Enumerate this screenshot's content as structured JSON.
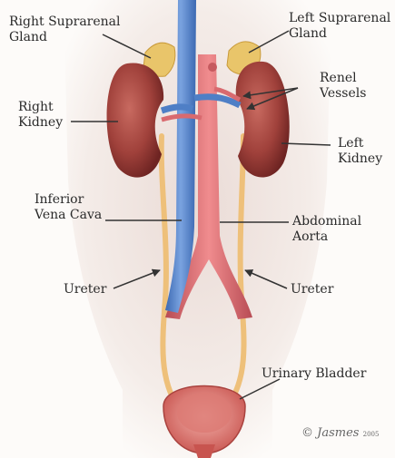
{
  "labels": {
    "right_suprarenal": [
      "Right Suprarenal",
      "Gland"
    ],
    "left_suprarenal": [
      "Left Suprarenal",
      "Gland"
    ],
    "renal_vessels": [
      "Renel",
      "Vessels"
    ],
    "right_kidney": [
      "Right",
      "Kidney"
    ],
    "left_kidney": [
      "Left",
      "Kidney"
    ],
    "ivc": [
      "Inferior",
      "Vena Cava"
    ],
    "aorta": [
      "Abdominal",
      "Aorta"
    ],
    "ureter_left_label": "Ureter",
    "ureter_right_label": "Ureter",
    "bladder": "Urinary Bladder"
  },
  "signature": {
    "name": "Jasmes",
    "year": "2005"
  },
  "colors": {
    "kidney": "#9e3a36",
    "vena_cava": "#4f7fc6",
    "aorta": "#d96a6f",
    "ureter": "#eec07a",
    "adrenal": "#e9c56a",
    "bladder": "#e48a86"
  }
}
